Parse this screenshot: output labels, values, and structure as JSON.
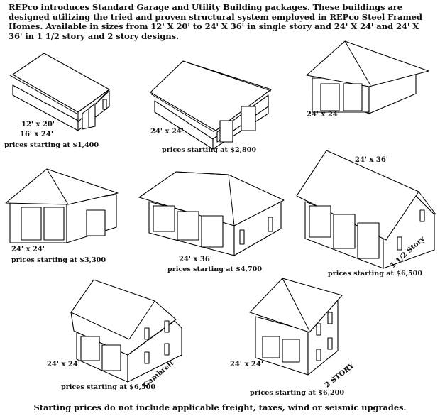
{
  "intro": "REPco introduces Standard Garage and Utility Building packages. These buildings are designed utilizing the tried and proven structural system employed in REPco Steel Framed Homes. Available in sizes from 12' X 20' to 24' X 36' in single story and 24' X 24' and 24' X 36' in 1 1/2 story and 2 story designs.",
  "buildings": [
    {
      "size": "12' x 20'",
      "size2": "16' x 24'",
      "price": "prices starting at $1,400"
    },
    {
      "size": "24' x 24'",
      "price": "prices starting at $2,800"
    },
    {
      "size": "24' x 24'"
    },
    {
      "size": "24' x 24'",
      "price": "prices starting at $3,300"
    },
    {
      "size": "24' x 36'",
      "price": "prices starting at $4,700"
    },
    {
      "size": "24' x 36'",
      "style": "1 1/2 Story",
      "price": "prices starting at $6,500"
    },
    {
      "size": "24' x 24'",
      "style": "Gambrell",
      "price": "prices starting at $6,500"
    },
    {
      "size": "24' x 24'",
      "style": "2 STORY",
      "price": "prices starting at $6,200"
    }
  ],
  "footer": "Starting prices do not include applicable freight, taxes, wind or seismic upgrades."
}
